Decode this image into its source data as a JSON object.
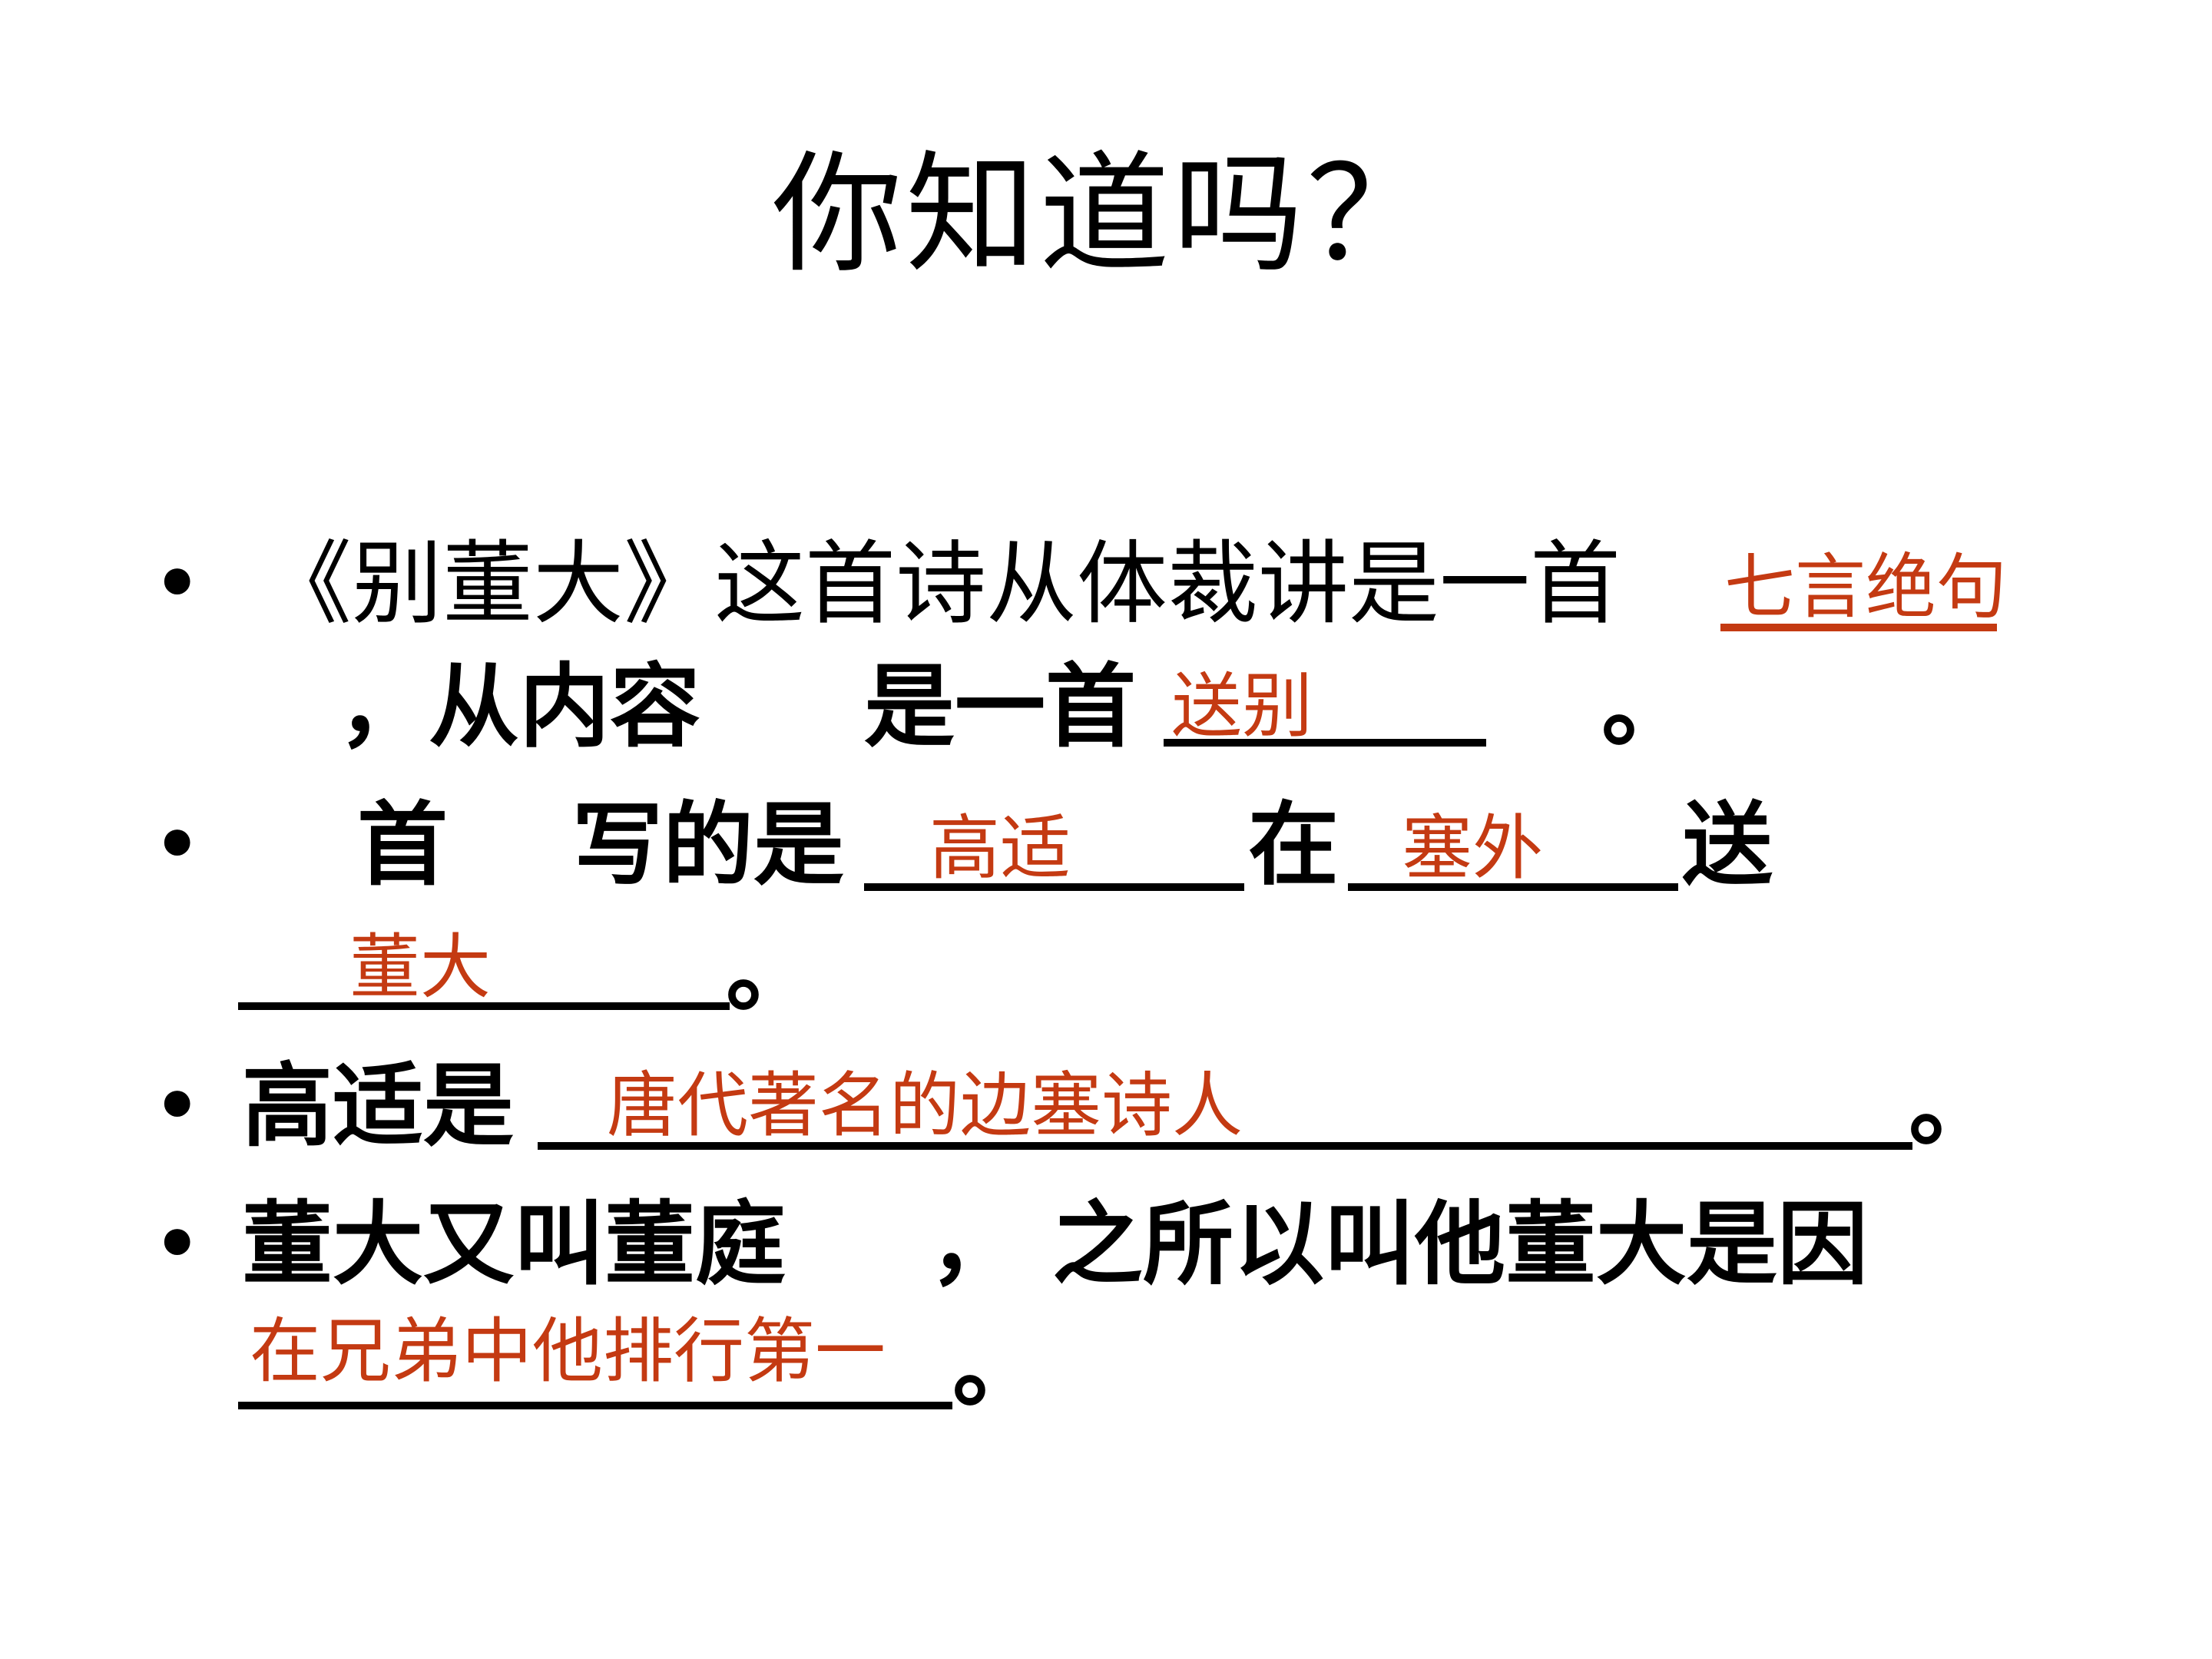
{
  "slide": {
    "title": "你知道吗？",
    "bullet_symbol": "•",
    "items": [
      {
        "line1": "《别董大》这首诗从体裁讲是一首",
        "answer1": "七言绝句",
        "line2_a": "，从内容",
        "line2_b": "是一首",
        "answer2": "送别",
        "line2_end": "。"
      },
      {
        "part_a": "首",
        "part_b": "写的是",
        "answer1": "高适",
        "mid": "在",
        "answer2": "塞外",
        "end_word": "送",
        "answer3": "董大",
        "line2_end": "。"
      },
      {
        "prefix": "高适是",
        "answer": "唐代著名的边塞诗人",
        "end": "。"
      },
      {
        "line1_a": "董大又叫董庭",
        "line1_b": "，",
        "line1_c": "之所以叫他董大是因",
        "answer": "在兄弟中他排行第一",
        "end": "。"
      }
    ]
  }
}
